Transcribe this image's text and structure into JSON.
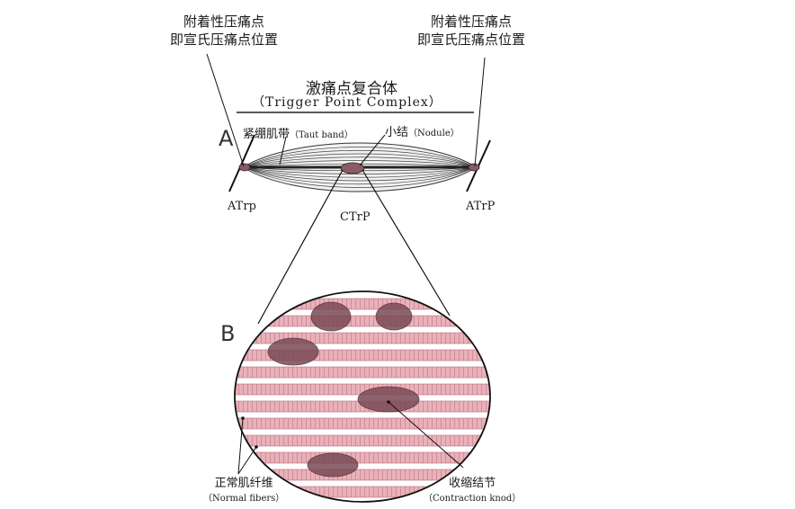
{
  "labels": {
    "atrp_note_left": [
      "附着性压痛点",
      "即宣氏压痛点位置"
    ],
    "atrp_note_right": [
      "附着性压痛点",
      "即宣氏压痛点位置"
    ],
    "title_zh": "激痛点复合体",
    "title_en": "（Trigger Point Complex）",
    "panel_a": "A",
    "panel_b": "B",
    "taut_band_zh": "紧绷肌带",
    "taut_band_en": "（Taut band）",
    "nodule_zh": "小结",
    "nodule_en": "（Nodule）",
    "atrp_left": "ATrp",
    "ctrp": "CTrP",
    "atrp_right": "ATrP",
    "normal_fibers_zh": "正常肌纤维",
    "normal_fibers_en": "（Normal fibers）",
    "contraction_zh": "收缩结节",
    "contraction_en": "（Contraction knod）"
  },
  "colors": {
    "fiber_pink": "#e7a9b3",
    "knot_brown": "#7a4a55",
    "ink": "#1a1a1a"
  }
}
